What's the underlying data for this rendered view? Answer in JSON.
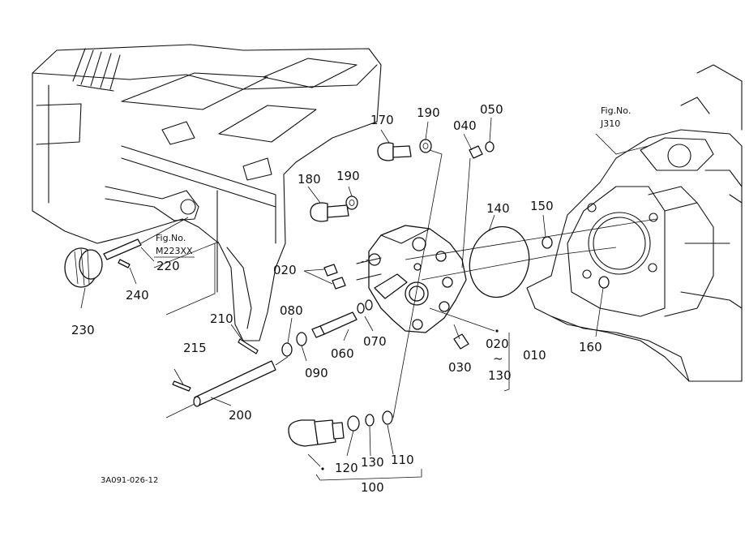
{
  "labels": {
    "p010": "010",
    "p020a": "020",
    "p020b": "020",
    "p030": "030",
    "p040": "040",
    "p050": "050",
    "p060": "060",
    "p070": "070",
    "p080": "080",
    "p090": "090",
    "p100": "100",
    "p110": "110",
    "p120": "120",
    "p130a": "130",
    "p130b": "130",
    "p140": "140",
    "p150": "150",
    "p160": "160",
    "p170": "170",
    "p180": "180",
    "p190a": "190",
    "p190b": "190",
    "p200": "200",
    "p210": "210",
    "p215": "215",
    "p220": "220",
    "p230": "230",
    "p240": "240",
    "tilde": "~"
  },
  "refs": {
    "fig_left_line1": "Fig.No.",
    "fig_left_line2": "M223XX",
    "fig_right_line1": "Fig.No.",
    "fig_right_line2": "J310"
  },
  "drawing_code": "3A091-026-12"
}
